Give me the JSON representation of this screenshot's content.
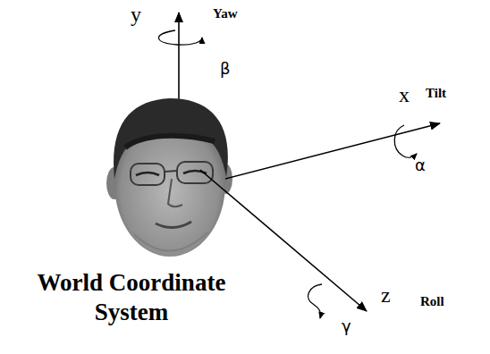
{
  "diagram": {
    "caption": "World Coordinate System",
    "labels": [
      "y",
      "Yaw",
      "β",
      "x",
      "Tilt",
      "α",
      "z",
      "Roll",
      "γ"
    ]
  }
}
